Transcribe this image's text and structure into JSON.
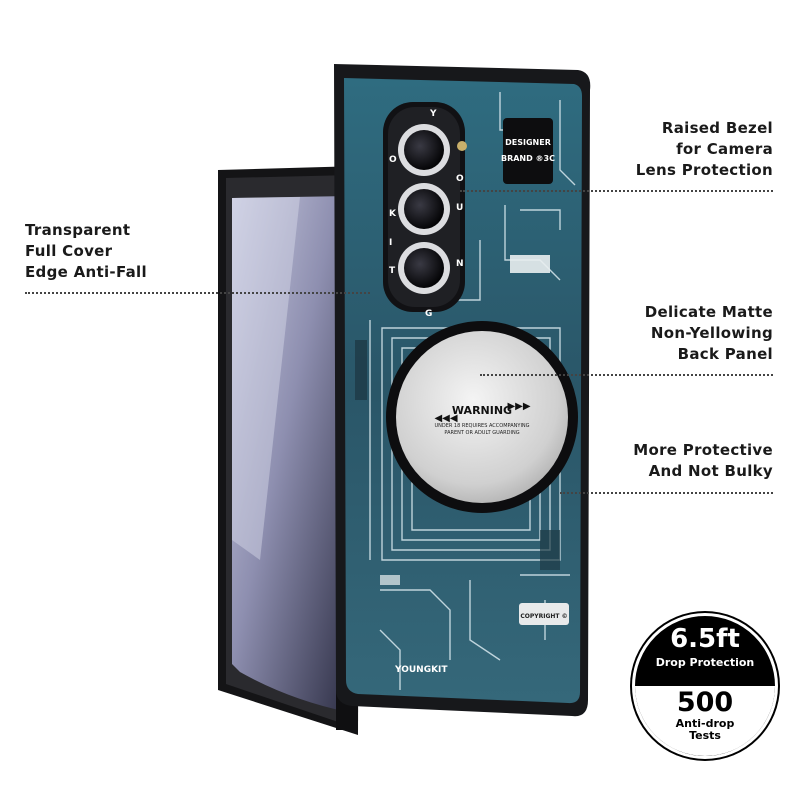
{
  "callouts": {
    "left": [
      "Transparent",
      "Full Cover",
      "Edge Anti-Fall"
    ],
    "camera": [
      "Raised Bezel",
      "for Camera",
      "Lens Protection"
    ],
    "matte": [
      "Delicate Matte",
      "Non-Yellowing",
      "Back Panel"
    ],
    "protective": [
      "More Protective",
      "And Not Bulky"
    ]
  },
  "badge": {
    "drop_height": "6.5ft",
    "drop_label": "Drop Protection",
    "tests_count": "500",
    "tests_label_1": "Anti-drop",
    "tests_label_2": "Tests"
  },
  "case_print": {
    "designer_1": "DESIGNER",
    "designer_2": "BRAND ®3C",
    "warning": "WARNING",
    "warning_sub_1": "UNDER 18 REQUIRES ACCOMPANYING",
    "warning_sub_2": "PARENT OR ADULT GUARDING",
    "brand": "YOUNGKIT",
    "copyright": "COPYRIGHT ©",
    "camera_letters_left": [
      "Y",
      "O",
      "K",
      "I",
      "T"
    ],
    "camera_letters_right": [
      "O",
      "U",
      "N",
      "G"
    ]
  },
  "colors": {
    "circuit_board": "#2c5f72",
    "phone_frame": "#1b1b1d",
    "screen": "#8d8ca8",
    "magsafe_ring": "#d7d7d7"
  }
}
